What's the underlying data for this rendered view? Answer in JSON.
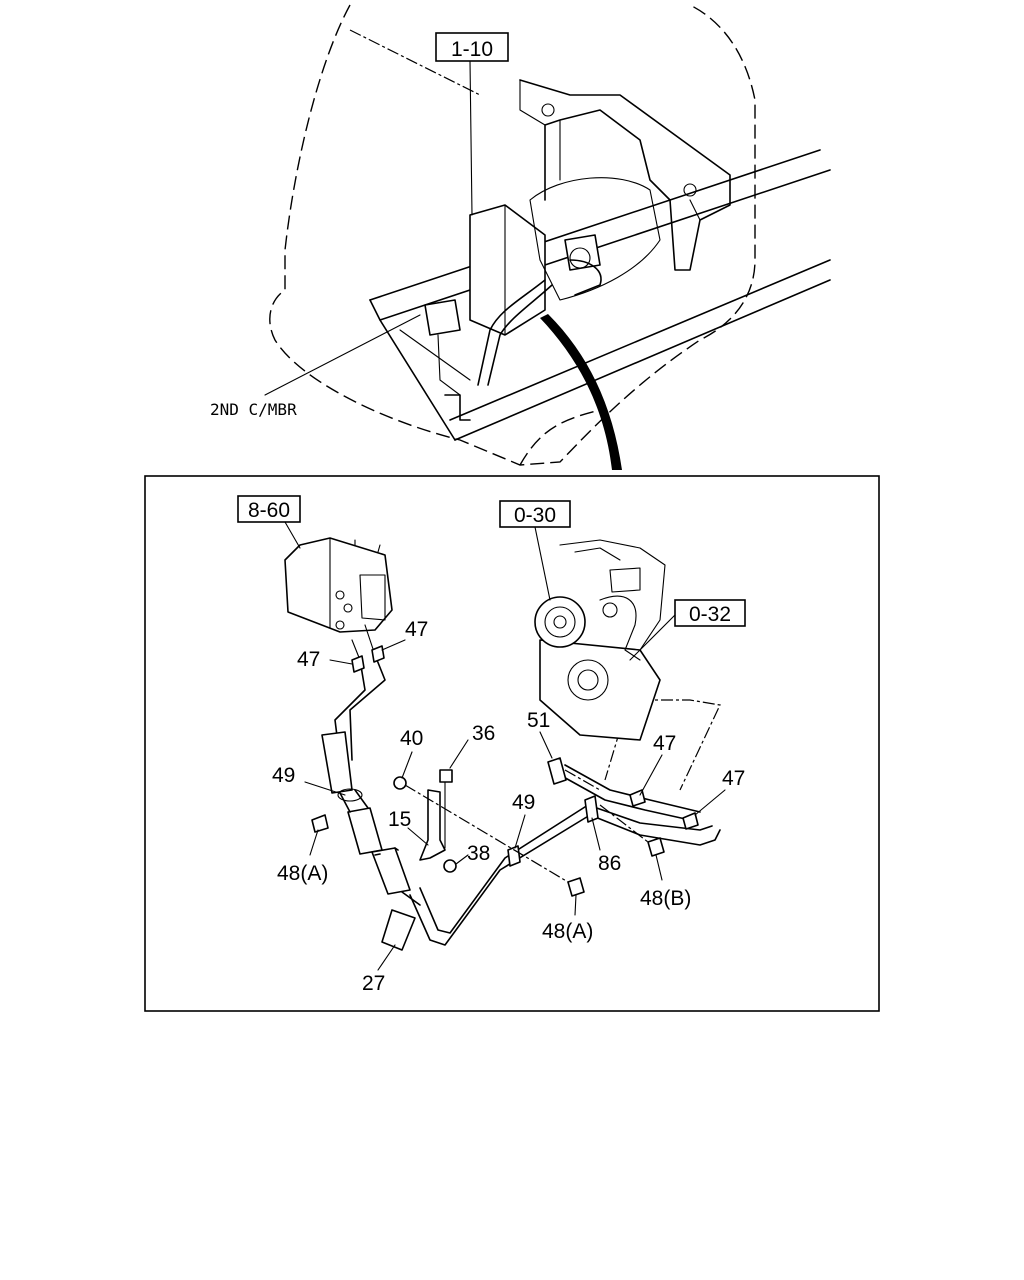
{
  "references": {
    "truck_ref": "1-10",
    "unit_ref": "8-60",
    "engine_ref": "0-30",
    "compressor_ref": "0-32"
  },
  "labels": {
    "crossmember": "2ND C/MBR",
    "p47_a": "47",
    "p47_b": "47",
    "p47_c": "47",
    "p47_d": "47",
    "p49_a": "49",
    "p49_b": "49",
    "p48a_1": "48(A)",
    "p48a_2": "48(A)",
    "p48b": "48(B)",
    "p40": "40",
    "p36": "36",
    "p15": "15",
    "p38": "38",
    "p51": "51",
    "p86": "86",
    "p27": "27"
  }
}
